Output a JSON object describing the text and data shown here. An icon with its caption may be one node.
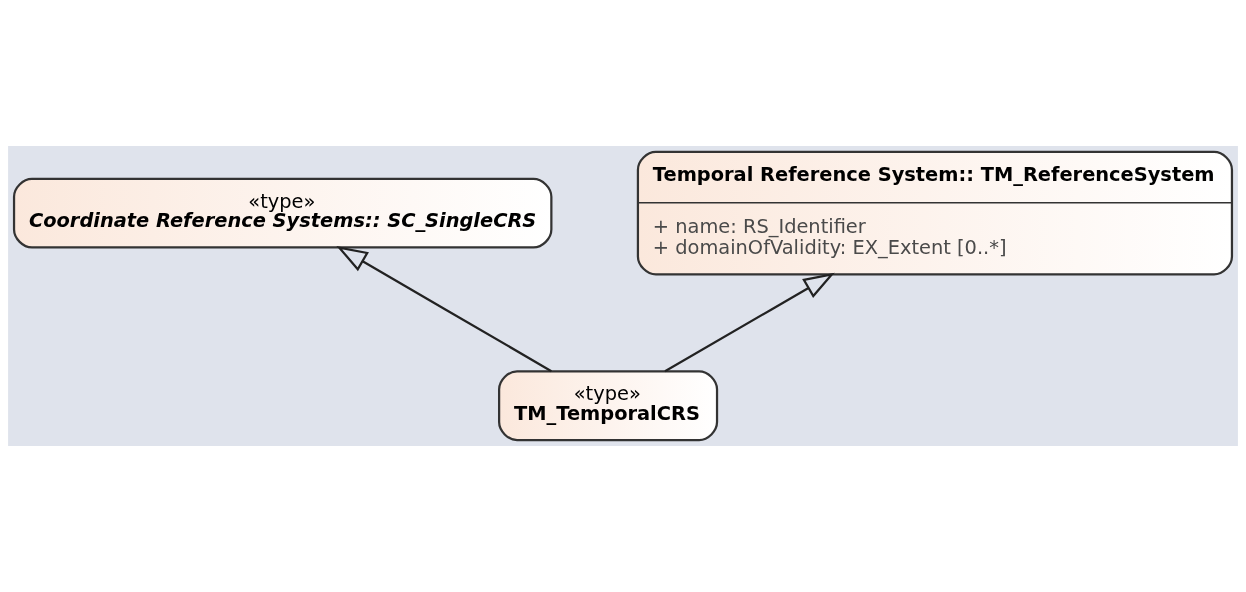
{
  "diagram": {
    "nodes": [
      {
        "text": [
          "«type»",
          "Coordinate Reference Systems:: SC_SingleCRS"
        ]
      },
      {
        "text": [
          "Temporal Reference System:: TM_ReferenceSystem",
          "+ name: RS_Identifier",
          "+ domainOfValidity: EX_Extent [0..*]"
        ]
      },
      {
        "text": [
          "«type»",
          "TM_TemporalCRS"
        ]
      }
    ],
    "edges": [
      {
        "from": 2,
        "to": 0,
        "arrow": "to"
      },
      {
        "from": 2,
        "to": 1,
        "arrow": "to"
      }
    ]
  }
}
